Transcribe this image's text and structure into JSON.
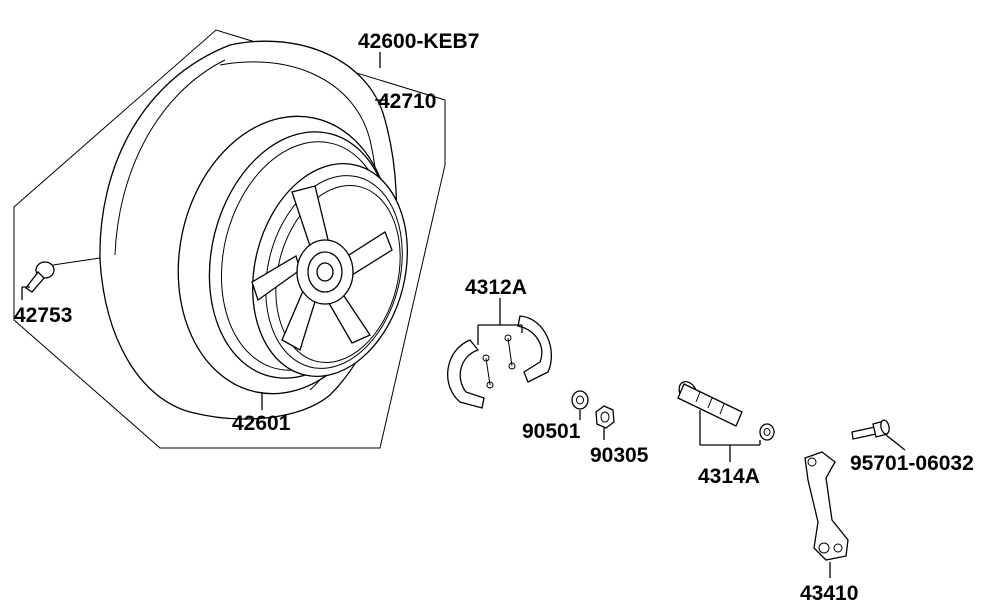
{
  "diagram": {
    "labels": {
      "assembly": "42600-KEB7",
      "tire": "42710",
      "valve": "42753",
      "rim": "42601",
      "brake_shoe": "4312A",
      "washer": "90501",
      "nut": "90305",
      "cam": "4314A",
      "bolt": "95701-06032",
      "arm": "43410"
    }
  }
}
